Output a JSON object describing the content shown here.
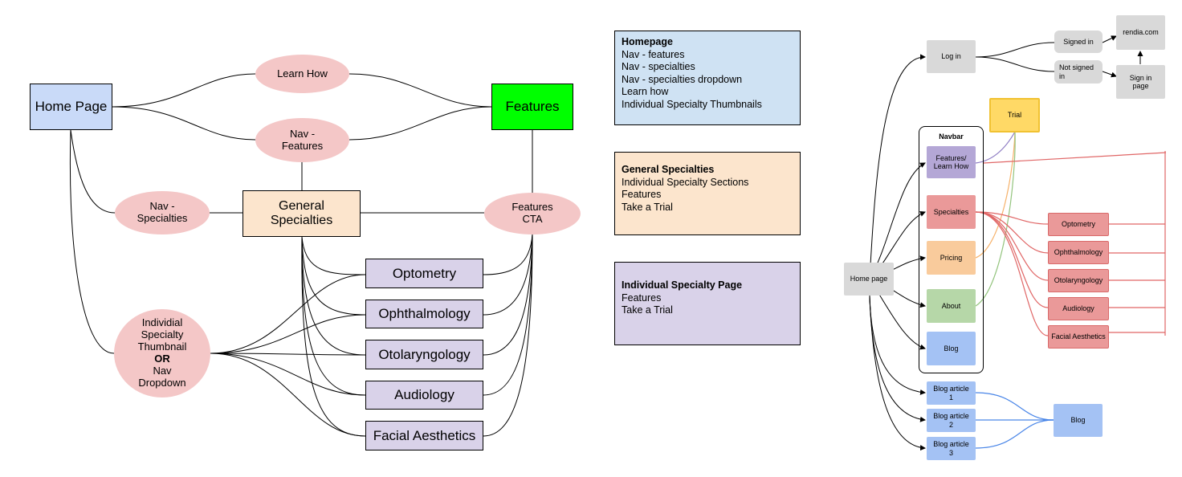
{
  "left": {
    "home_page": "Home Page",
    "features": "Features",
    "learn_how": "Learn How",
    "nav_features": [
      "Nav -",
      "Features"
    ],
    "nav_specialties": [
      "Nav -",
      "Specialties"
    ],
    "general_specialties": [
      "General",
      "Specialties"
    ],
    "features_cta": [
      "Features",
      "CTA"
    ],
    "thumbnail": [
      "Individial",
      "Specialty",
      "Thumbnail",
      "OR",
      "Nav",
      "Dropdown"
    ],
    "specialties": [
      "Optometry",
      "Ophthalmology",
      "Otolaryngology",
      "Audiology",
      "Facial Aesthetics"
    ]
  },
  "notes": [
    {
      "title": "Homepage",
      "lines": [
        "Nav - features",
        "Nav - specialties",
        "Nav - specialties dropdown",
        "Learn how",
        "Individual Specialty Thumbnails"
      ],
      "color": "#cfe2f3"
    },
    {
      "title": "General Specialties",
      "lines": [
        "Individual Specialty Sections",
        "Features",
        "Take a Trial"
      ],
      "color": "#fce5cd"
    },
    {
      "title": "Individual Specialty Page",
      "lines": [
        "Features",
        "Take a Trial"
      ],
      "color": "#d9d2e9"
    }
  ],
  "right": {
    "home_page": "Home page",
    "log_in": "Log in",
    "signed_in": "Signed in",
    "not_signed_in": [
      "Not signed",
      "in"
    ],
    "rendia": "rendia.com",
    "sign_in_page": [
      "Sign in",
      "page"
    ],
    "trial": "Trial",
    "navbar_title": "Navbar",
    "features_learn_how": [
      "Features/",
      "Learn How"
    ],
    "specialties": "Specialties",
    "pricing": "Pricing",
    "about": "About",
    "blog_nav": "Blog",
    "sub_specialties": [
      "Optometry",
      "Ophthalmology",
      "Otolaryngology",
      "Audiology",
      "Facial Aesthetics"
    ],
    "blog_articles": [
      [
        "Blog article",
        "1"
      ],
      [
        "Blog article",
        "2"
      ],
      [
        "Blog article",
        "3"
      ]
    ],
    "blog": "Blog"
  },
  "colors": {
    "home_blue": "#c9daf8",
    "features_green": "#00ff00",
    "general_orange": "#fce5cd",
    "ellipse_pink": "#f4c7c7",
    "purple": "#d9d2e9",
    "gray": "#d9d9d9",
    "trial_yellow": "#ffd966",
    "red_box": "#ea9999",
    "pricing_orange": "#f9cb9c",
    "about_green": "#b6d7a8",
    "blog_blue": "#a4c2f4",
    "red_line": "#e06666",
    "blue_line": "#4a86e8"
  }
}
